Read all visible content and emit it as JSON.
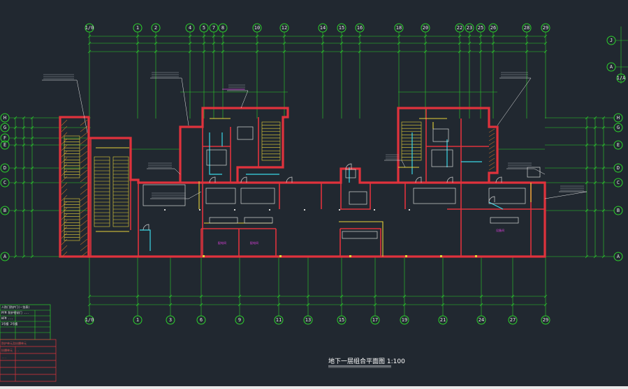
{
  "drawing": {
    "title": "地下一层组合平面图 1:100",
    "background": "#212830",
    "colors": {
      "grid": "#2bd12b",
      "wall": "#e0323c",
      "text": "#e8e8e8",
      "stair": "#e6d23a",
      "pipe": "#3ad7e6",
      "magenta": "#e040e0"
    }
  },
  "axes": {
    "top": [
      "1/0",
      "1",
      "2",
      "4",
      "5",
      "7",
      "8",
      "10",
      "12",
      "14",
      "15",
      "16",
      "18",
      "20",
      "22",
      "23",
      "25",
      "26",
      "28",
      "29"
    ],
    "bottom": [
      "1/0",
      "1",
      "3",
      "6",
      "9",
      "11",
      "13",
      "15",
      "17",
      "19",
      "21",
      "24",
      "27",
      "29"
    ],
    "left": [
      "H",
      "G",
      "F",
      "E",
      "D",
      "C",
      "B",
      "A"
    ],
    "right": [
      "H",
      "G",
      "E",
      "D",
      "C",
      "B",
      "A"
    ],
    "far_right": [
      "J",
      "A",
      "1/A"
    ]
  },
  "legend": {
    "rows": [
      "人防门防护门(一览表)",
      "PFM  防护密闭门 ...",
      "HFM  ...",
      "1号楼  2号楼"
    ],
    "rows_red": [
      "防护单元及抗爆单元",
      "抗爆单元 ...",
      "..."
    ]
  },
  "notes": {
    "room_magenta": [
      "配电间",
      "配电间",
      "设备间"
    ]
  }
}
